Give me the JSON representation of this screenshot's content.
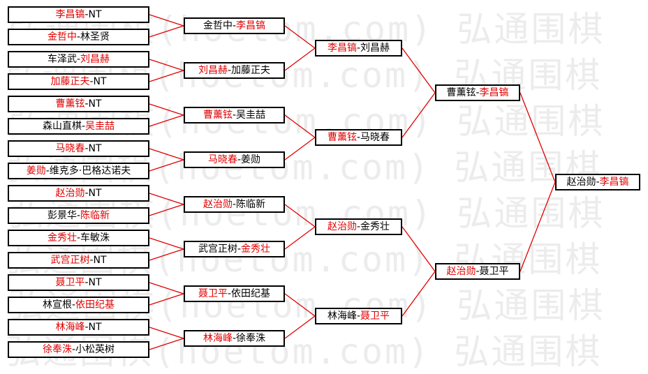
{
  "watermark": {
    "lines": [
      "弘通围棋(hoetom.com) 弘通围棋",
      "弘通围棋(hoetom.com) 弘通围棋",
      "弘通围棋(hoetom.com) 弘通围棋",
      "弘通围棋(hoetom.com) 弘通围棋",
      "弘通围棋(hoetom.com) 弘通围棋",
      "弘通围棋(hoetom.com) 弘通围棋",
      "弘通围棋(hoetom.com) 弘通围棋",
      "弘通围棋(hoetom.com) 弘通围棋"
    ]
  },
  "bracket": {
    "colors": {
      "winner": "#e00000",
      "loser": "#000000",
      "connector": "#e00000",
      "border": "#000000"
    },
    "rounds": [
      {
        "matches": [
          {
            "p1": "李昌镐",
            "p2": "NT",
            "winner": 1
          },
          {
            "p1": "金哲中",
            "p2": "林圣贤",
            "winner": 1
          },
          {
            "p1": "车泽武",
            "p2": "刘昌赫",
            "winner": 2
          },
          {
            "p1": "加藤正夫",
            "p2": "NT",
            "winner": 1
          },
          {
            "p1": "曹薰铉",
            "p2": "NT",
            "winner": 1
          },
          {
            "p1": "森山直棋",
            "p2": "吴圭喆",
            "winner": 2
          },
          {
            "p1": "马晓春",
            "p2": "NT",
            "winner": 1
          },
          {
            "p1": "姜勋",
            "p2": "维克多·巴格达诺夫",
            "winner": 1
          },
          {
            "p1": "赵治勋",
            "p2": "NT",
            "winner": 1
          },
          {
            "p1": "彭景华",
            "p2": "陈临新",
            "winner": 2
          },
          {
            "p1": "金秀壮",
            "p2": "车敏洙",
            "winner": 1
          },
          {
            "p1": "武宫正树",
            "p2": "NT",
            "winner": 1
          },
          {
            "p1": "聂卫平",
            "p2": "NT",
            "winner": 1
          },
          {
            "p1": "林宣根",
            "p2": "依田纪基",
            "winner": 2
          },
          {
            "p1": "林海峰",
            "p2": "NT",
            "winner": 1
          },
          {
            "p1": "徐奉洙",
            "p2": "小松英树",
            "winner": 1
          }
        ]
      },
      {
        "matches": [
          {
            "p1": "金哲中",
            "p2": "李昌镐",
            "winner": 2
          },
          {
            "p1": "刘昌赫",
            "p2": "加藤正夫",
            "winner": 1
          },
          {
            "p1": "曹薰铉",
            "p2": "吴圭喆",
            "winner": 1
          },
          {
            "p1": "马晓春",
            "p2": "姜勋",
            "winner": 1
          },
          {
            "p1": "赵治勋",
            "p2": "陈临新",
            "winner": 1
          },
          {
            "p1": "武宫正树",
            "p2": "金秀壮",
            "winner": 2
          },
          {
            "p1": "聂卫平",
            "p2": "依田纪基",
            "winner": 1
          },
          {
            "p1": "林海峰",
            "p2": "徐奉洙",
            "winner": 1
          }
        ]
      },
      {
        "matches": [
          {
            "p1": "李昌镐",
            "p2": "刘昌赫",
            "winner": 1
          },
          {
            "p1": "曹薰铉",
            "p2": "马晓春",
            "winner": 1
          },
          {
            "p1": "赵治勋",
            "p2": "金秀壮",
            "winner": 1
          },
          {
            "p1": "林海峰",
            "p2": "聂卫平",
            "winner": 2
          }
        ]
      },
      {
        "matches": [
          {
            "p1": "曹薰铉",
            "p2": "李昌镐",
            "winner": 2
          },
          {
            "p1": "赵治勋",
            "p2": "聂卫平",
            "winner": 1
          }
        ]
      },
      {
        "matches": [
          {
            "p1": "赵治勋",
            "p2": "李昌镐",
            "winner": 2
          }
        ]
      }
    ]
  }
}
